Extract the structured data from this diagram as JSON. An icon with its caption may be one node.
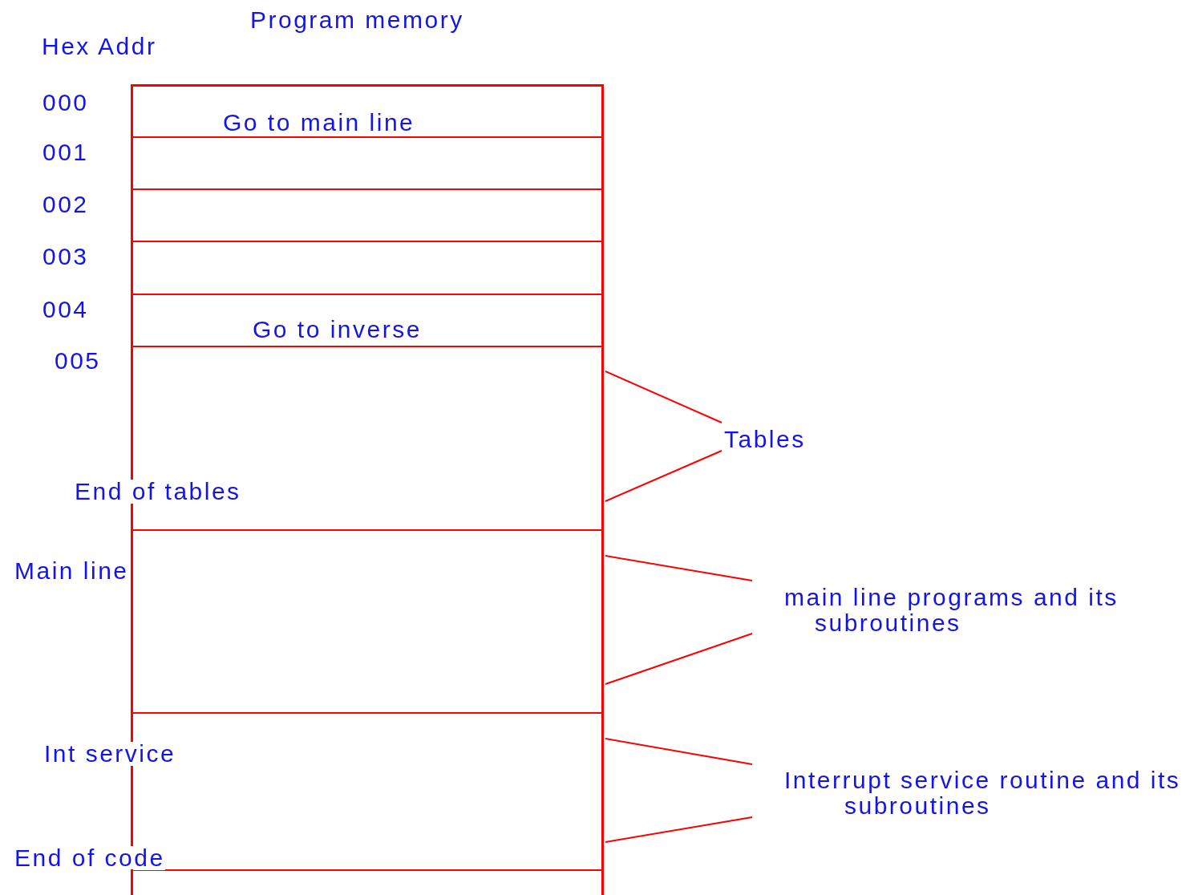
{
  "diagram": {
    "title": "Program memory",
    "nodes": [
      {
        "text": [
          "Go to main line"
        ],
        "beside": [
          "000"
        ]
      },
      {
        "text": [],
        "shape": "box",
        "beside": [
          "001"
        ]
      },
      {
        "text": [],
        "shape": "box",
        "beside": [
          "002"
        ]
      },
      {
        "text": [],
        "shape": "box",
        "beside": [
          "003"
        ]
      },
      {
        "text": [
          "Go to inverse"
        ],
        "beside": [
          "004"
        ]
      },
      {
        "text": [
          "End of tables"
        ],
        "beside": [
          "005"
        ]
      },
      {
        "text": [
          "Main line"
        ]
      },
      {
        "text": [
          "Int service",
          "End of code"
        ]
      },
      {
        "text": [],
        "shape": "box"
      }
    ],
    "labels": [
      "Hex Addr",
      "Tables",
      "main line programs and its subroutines",
      "Interrupt service routine and its subroutines"
    ]
  }
}
